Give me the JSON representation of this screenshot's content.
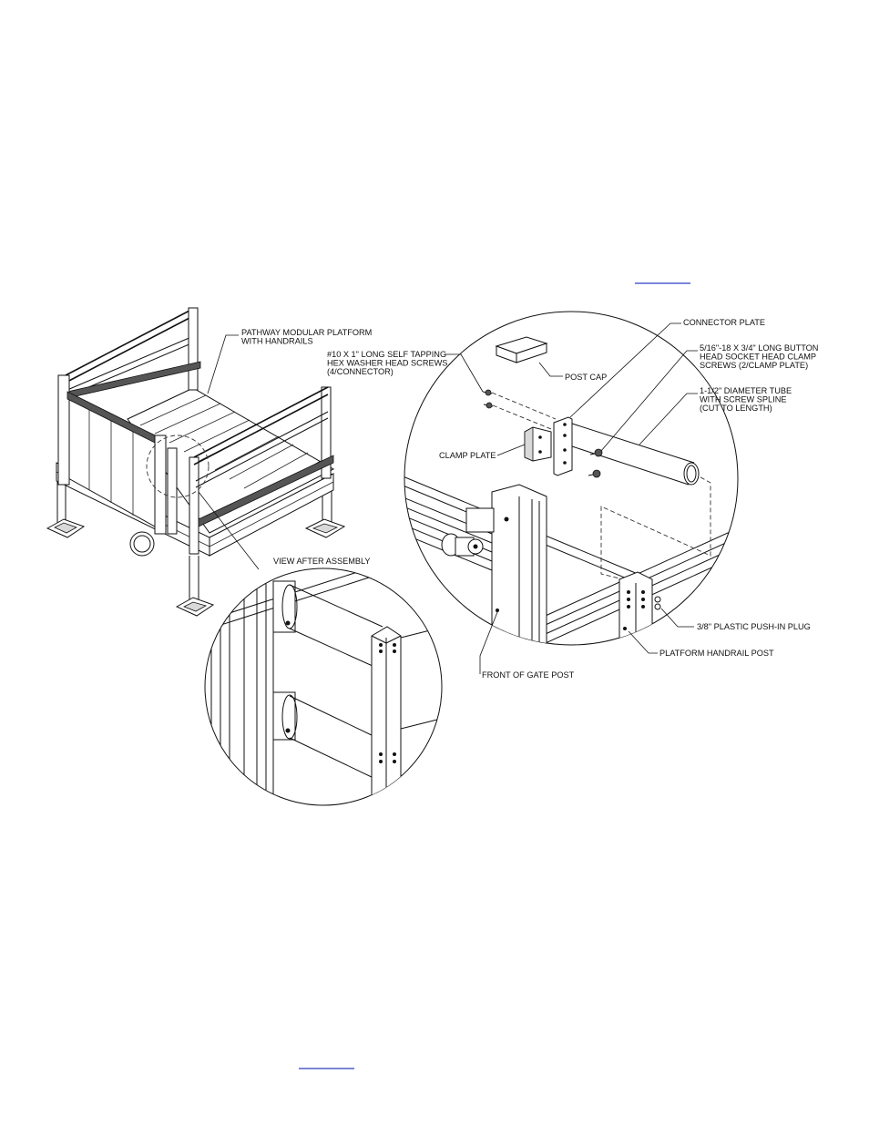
{
  "labels": {
    "platform": [
      "PATHWAY MODULAR PLATFORM",
      "WITH HANDRAILS"
    ],
    "view_after": [
      "VIEW AFTER ASSEMBLY"
    ],
    "screws10": [
      "#10 X 1\" LONG SELF TAPPING",
      "HEX WASHER HEAD SCREWS",
      "(4/CONNECTOR)"
    ],
    "connector_plate": [
      "CONNECTOR PLATE"
    ],
    "post_cap": [
      "POST CAP"
    ],
    "button_screws": [
      "5/16\"-18 X 3/4\" LONG BUTTON",
      "HEAD SOCKET HEAD CLAMP",
      "SCREWS (2/CLAMP PLATE)"
    ],
    "tube": [
      "1-1/2\" DIAMETER TUBE",
      "WITH SCREW SPLINE",
      "(CUT TO LENGTH)"
    ],
    "clamp_plate": [
      "CLAMP PLATE"
    ],
    "push_plug": [
      "3/8\" PLASTIC PUSH-IN PLUG"
    ],
    "handrail_post": [
      "PLATFORM HANDRAIL POST"
    ],
    "gate_post": [
      "FRONT OF GATE POST"
    ]
  }
}
